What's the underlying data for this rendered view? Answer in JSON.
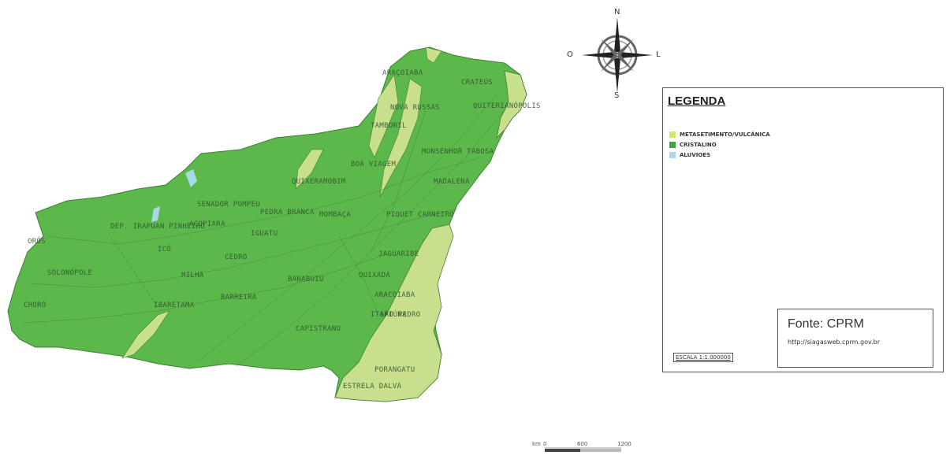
{
  "map": {
    "labels": [
      "ARAÇOIABA",
      "CRATEÚS",
      "QUITERIANÓPOLIS",
      "NOVA RUSSAS",
      "TAMBORIL",
      "MONSENHOR TABOSA",
      "BOA VIAGEM",
      "MADALENA",
      "QUIXERAMOBIM",
      "SENADOR POMPEU",
      "PEDRA BRANCA",
      "MOMBAÇA",
      "PIQUET CARNEIRO",
      "DEP. IRAPUAN PINHEIRO",
      "ACOPIARA",
      "IGUATU",
      "ORÓS",
      "ICÓ",
      "CEDRO",
      "JAGUARIBE",
      "SOLONÓPOLE",
      "MILHÃ",
      "BANABUIÚ",
      "QUIXADÁ",
      "CHORÓ",
      "IBARETAMA",
      "BARREIRA",
      "ARACOIABA",
      "CAPISTRANO",
      "ITAPIÚNA",
      "ESTRELA DALVA",
      "PORANGATU",
      "SÃO PEDRO"
    ],
    "colors": {
      "cristalino": "#5cb84a",
      "metasedimento": "#c8df8e",
      "aluvioes": "#a9d8e8",
      "lines": "#3f7f35"
    }
  },
  "compass": {
    "north": "N",
    "south": "S",
    "east": "L",
    "west": "O",
    "icon": "compass-rose-icon"
  },
  "legend": {
    "title": "LEGENDA",
    "items": [
      {
        "label": "METASETIMENTO/VULCÂNICA",
        "color": "#d7e56a"
      },
      {
        "label": "CRISTALINO",
        "color": "#3fa33f"
      },
      {
        "label": "ALUVIOES",
        "color": "#a9d8e8"
      }
    ],
    "scale": "ESCALA 1:1.000000",
    "source_title": "Fonte: CPRM",
    "source_url": "http://siagasweb.cprm.gov.br"
  },
  "scalebar": {
    "unit": "km",
    "ticks": [
      "0",
      "600",
      "1200"
    ]
  }
}
